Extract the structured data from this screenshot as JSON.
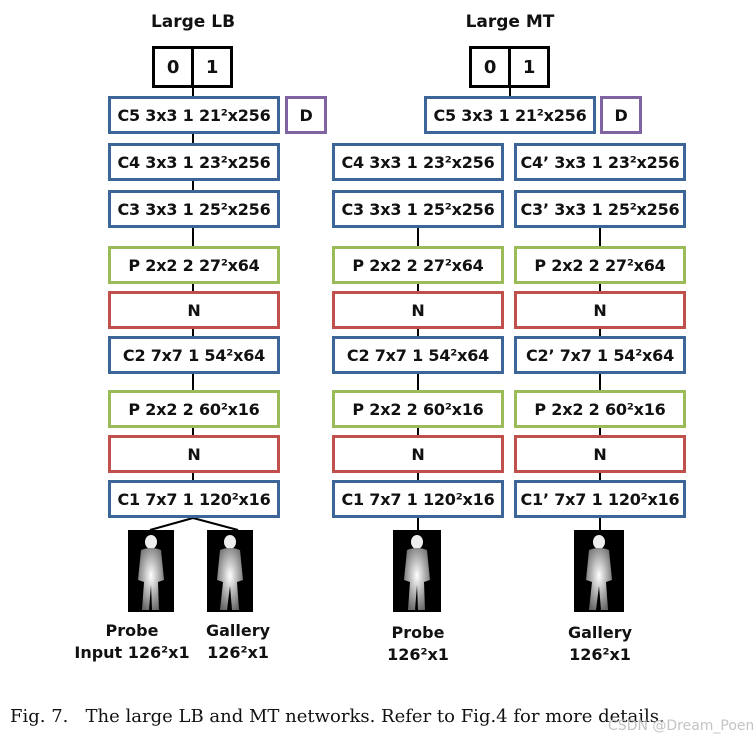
{
  "colors": {
    "conv": "#3c6697",
    "pool": "#9bbb59",
    "norm": "#c0504d",
    "dropout": "#8064a2",
    "output": "#000000"
  },
  "left": {
    "title": "Large LB",
    "output": [
      "0",
      "1"
    ],
    "dropout": "D",
    "layers": {
      "c5": "C5 3x3 1 21²x256",
      "c4": "C4 3x3 1 23²x256",
      "c3": "C3 3x3 1 25²x256",
      "p2": "P 2x2 2 27²x64",
      "n2": "N",
      "c2": "C2 7x7 1 54²x64",
      "p1": "P 2x2 2 60²x16",
      "n1": "N",
      "c1": "C1 7x7 1 120²x16"
    },
    "probe_label": "Probe",
    "probe_input": "Input 126²x1",
    "gallery_label": "Gallery",
    "gallery_input": "126²x1"
  },
  "right": {
    "title": "Large MT",
    "output": [
      "0",
      "1"
    ],
    "dropout": "D",
    "c5": "C5 3x3 1 21²x256",
    "probe": {
      "c4": "C4 3x3 1 23²x256",
      "c3": "C3 3x3 1 25²x256",
      "p2": "P 2x2 2 27²x64",
      "n2": "N",
      "c2": "C2 7x7 1 54²x64",
      "p1": "P 2x2 2 60²x16",
      "n1": "N",
      "c1": "C1 7x7 1 120²x16",
      "label": "Probe",
      "input": "126²x1"
    },
    "gallery": {
      "c4": "C4’ 3x3 1 23²x256",
      "c3": "C3’ 3x3 1 25²x256",
      "p2": "P 2x2 2 27²x64",
      "n2": "N",
      "c2": "C2’ 7x7 1 54²x64",
      "p1": "P 2x2 2 60²x16",
      "n1": "N",
      "c1": "C1’ 7x7 1 120²x16",
      "label": "Gallery",
      "input": "126²x1"
    }
  },
  "caption": "Fig. 7.   The large LB and MT networks. Refer to Fig.4 for more details.",
  "watermark": "CSDN @Dream_Poem"
}
